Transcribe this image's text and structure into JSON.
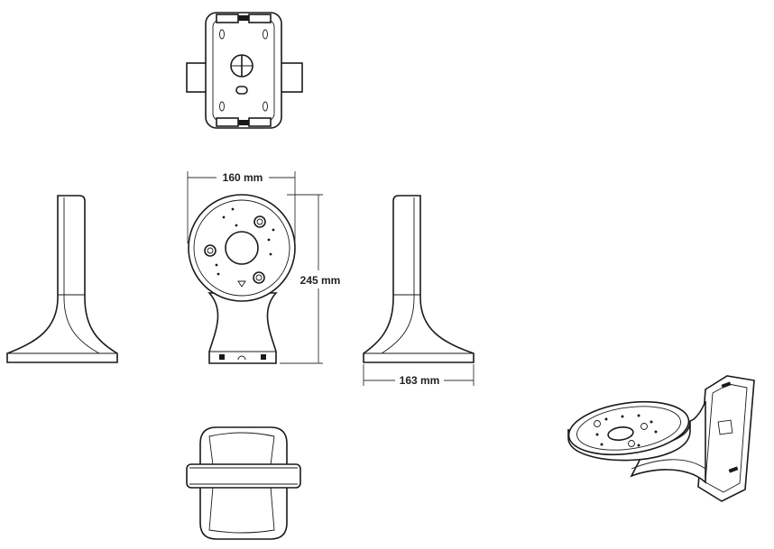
{
  "dimensions": {
    "width_label": "160 mm",
    "height_label": "245 mm",
    "depth_label": "163 mm"
  },
  "views": [
    "top",
    "front",
    "left-side",
    "right-side",
    "bottom",
    "isometric"
  ]
}
